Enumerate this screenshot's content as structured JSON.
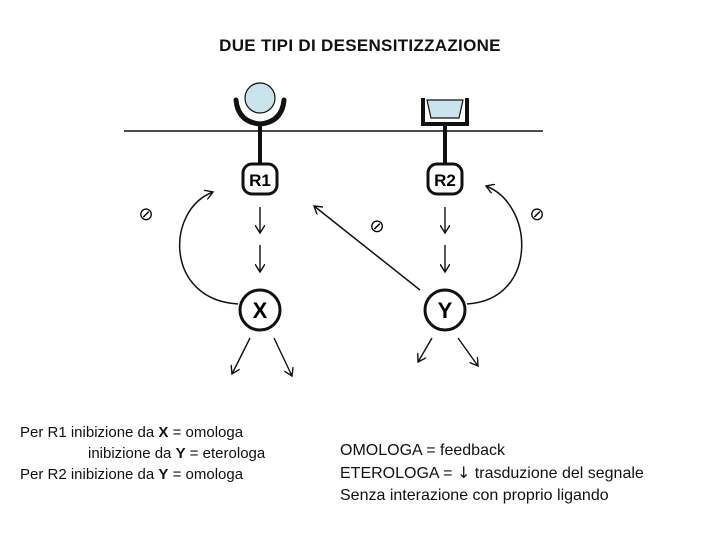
{
  "title": "DUE TIPI DI DESENSITIZZAZIONE",
  "nodes": {
    "r1": "R1",
    "r2": "R2",
    "x": "X",
    "y": "Y"
  },
  "inhibition_symbol": "⊘",
  "left_notes": [
    {
      "prefix": "Per R1 inibizione da ",
      "bold": "X",
      "suffix": " = omologa"
    },
    {
      "prefix": "inibizione da ",
      "bold": "Y",
      "suffix": " = eterologa"
    },
    {
      "prefix": "Per R2 inibizione da ",
      "bold": "Y",
      "suffix": " = omologa"
    }
  ],
  "right_notes": {
    "line1": "OMOLOGA = feedback",
    "line2_prefix": "ETEROLOGA = ",
    "line2_arrow": "↓",
    "line2_suffix": " trasduzione del segnale",
    "line3": "Senza interazione con proprio ligando"
  },
  "colors": {
    "ligand_round": "#c9e4ec",
    "ligand_square": "#c9e4ec",
    "line": "#111111"
  }
}
